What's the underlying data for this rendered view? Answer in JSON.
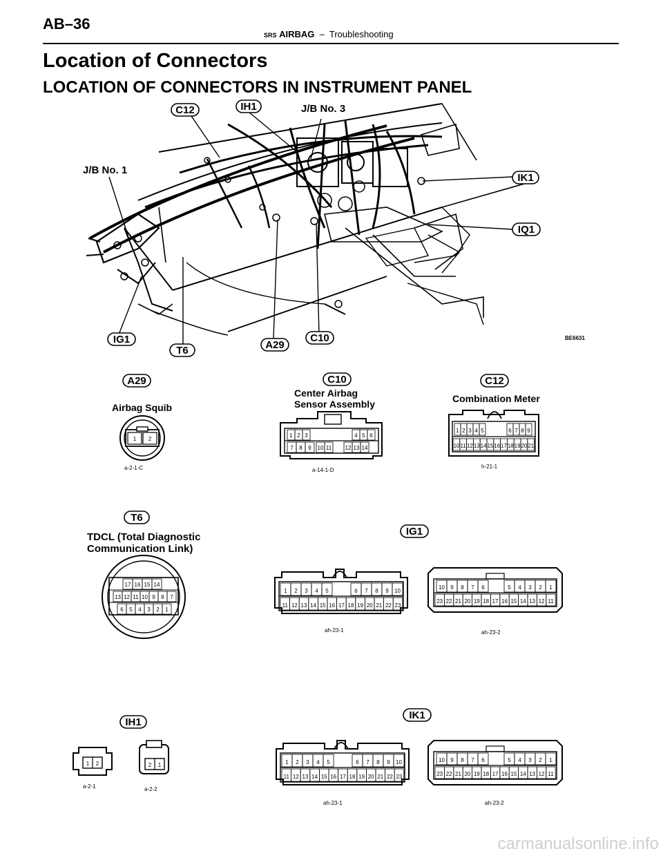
{
  "header": {
    "page_number": "AB–36",
    "srs": "SRS",
    "section": "AIRBAG",
    "dash": "–",
    "topic": "Troubleshooting"
  },
  "title": "Location of Connectors",
  "subtitle": "LOCATION OF CONNECTORS IN INSTRUMENT PANEL",
  "diagram_labels": {
    "c12": "C12",
    "ih1": "IH1",
    "jb3": "J/B No. 3",
    "jb1": "J/B No. 1",
    "ik1": "IK1",
    "iq1": "IQ1",
    "ig1": "IG1",
    "t6": "T6",
    "a29": "A29",
    "c10": "C10",
    "figure_code": "BE6631"
  },
  "connectors": {
    "a29": {
      "tag": "A29",
      "name": "Airbag Squib",
      "code": "a-2-1-C",
      "pins": [
        "1",
        "2"
      ]
    },
    "c10": {
      "tag": "C10",
      "name_line1": "Center Airbag",
      "name_line2": "Sensor Assembly",
      "code": "a-14-1-D",
      "pins_top": [
        "1",
        "2",
        "3",
        "4",
        "5",
        "6"
      ],
      "pins_bottom": [
        "7",
        "8",
        "9",
        "10",
        "11",
        "12",
        "13",
        "14"
      ]
    },
    "c12": {
      "tag": "C12",
      "name": "Combination Meter",
      "code": "h-21-1",
      "pins_top": [
        "1",
        "2",
        "3",
        "4",
        "5",
        "6",
        "7",
        "8",
        "9"
      ],
      "pins_bottom": [
        "10",
        "11",
        "12",
        "13",
        "14",
        "15",
        "16",
        "17",
        "18",
        "19",
        "20",
        "21"
      ]
    },
    "t6": {
      "tag": "T6",
      "name_line1": "TDCL (Total Diagnostic",
      "name_line2": "Communication Link)",
      "pins_row1": [
        "17",
        "16",
        "15",
        "14"
      ],
      "pins_row2": [
        "13",
        "12",
        "11",
        "10",
        "9",
        "8",
        "7"
      ],
      "pins_row3": [
        "6",
        "5",
        "4",
        "3",
        "2",
        "1"
      ]
    },
    "ig1": {
      "tag": "IG1",
      "code_left": "ah-23-1",
      "code_right": "ah-23-2"
    },
    "ih1": {
      "tag": "IH1",
      "code_left": "a-2-1",
      "code_right": "a-2-2"
    },
    "ik1": {
      "tag": "IK1",
      "code_left": "ah-23-1",
      "code_right": "ah-23-2"
    }
  },
  "watermark": "carmanualsonline.info"
}
